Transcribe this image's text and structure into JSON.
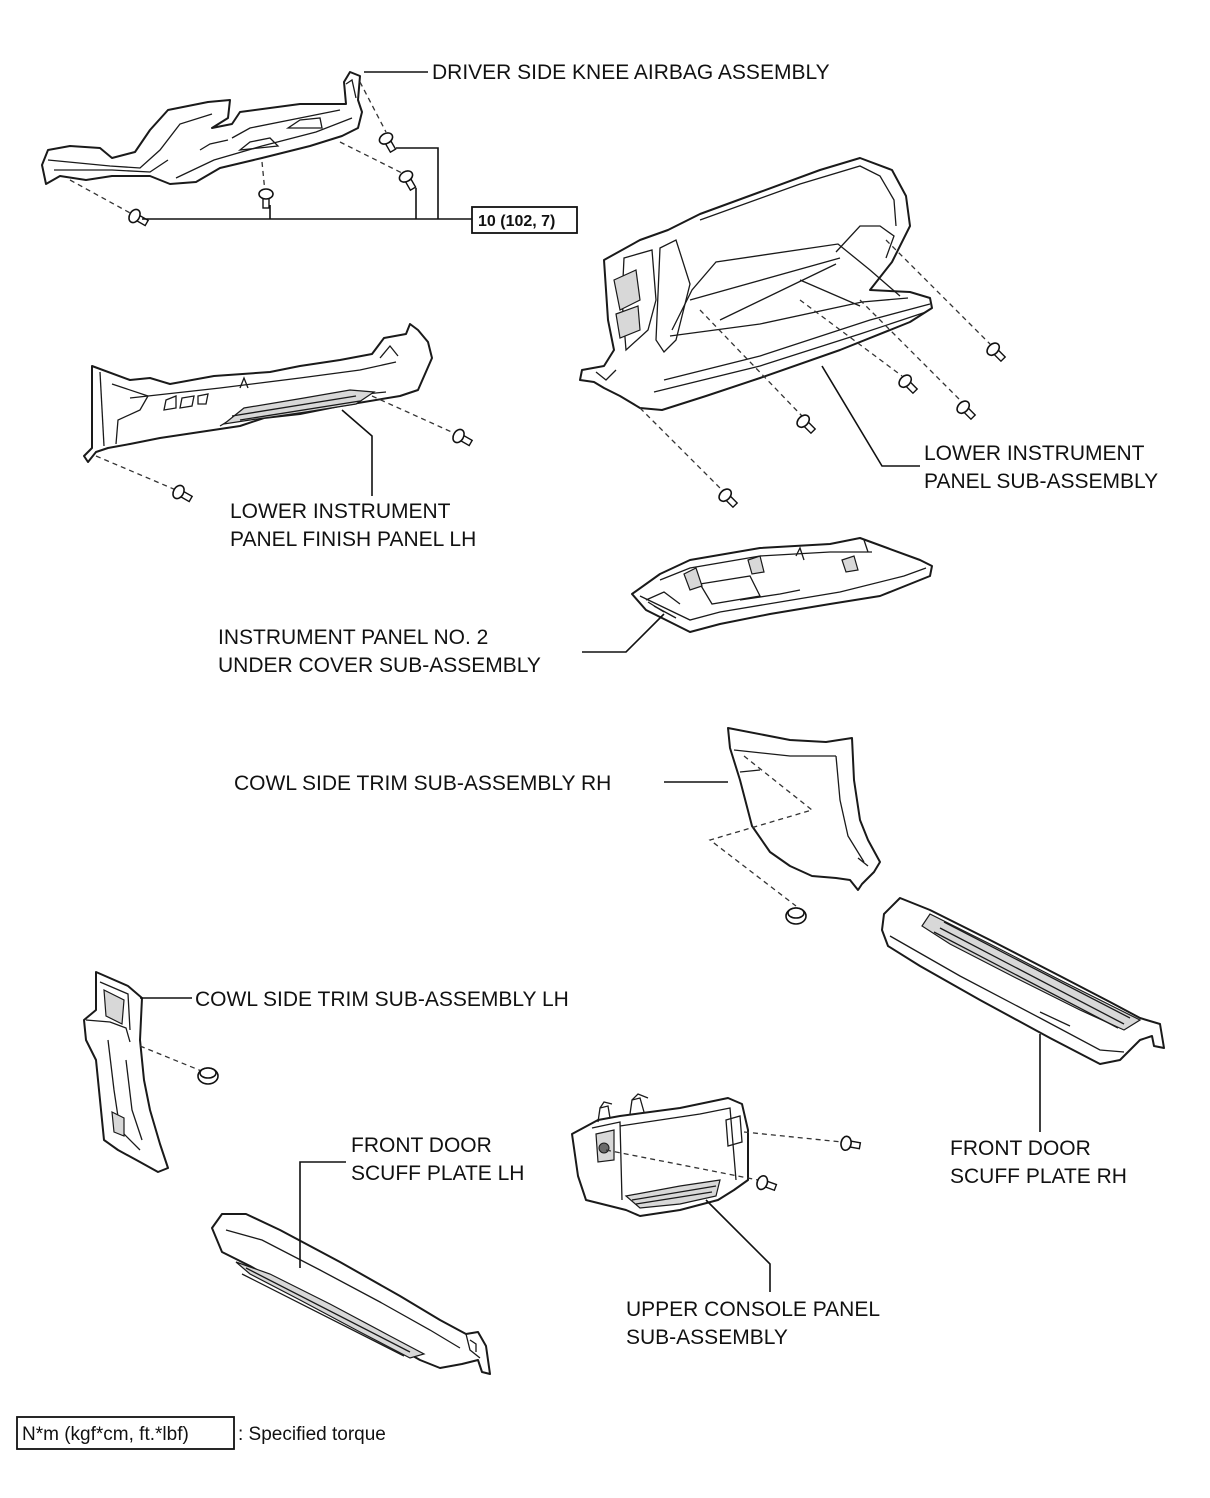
{
  "labels": {
    "knee_airbag": "DRIVER SIDE KNEE AIRBAG ASSEMBLY",
    "torque_value": "10 (102, 7)",
    "lower_panel_l1": "LOWER INSTRUMENT",
    "lower_panel_l2": "PANEL SUB-ASSEMBLY",
    "finish_panel_l1": "LOWER INSTRUMENT",
    "finish_panel_l2": "PANEL FINISH PANEL LH",
    "under_cover_l1": "INSTRUMENT PANEL NO. 2",
    "under_cover_l2": "UNDER COVER SUB-ASSEMBLY",
    "cowl_rh": "COWL SIDE TRIM SUB-ASSEMBLY RH",
    "cowl_lh": "COWL SIDE TRIM SUB-ASSEMBLY LH",
    "scuff_lh_l1": "FRONT DOOR",
    "scuff_lh_l2": "SCUFF PLATE LH",
    "scuff_rh_l1": "FRONT DOOR",
    "scuff_rh_l2": "SCUFF PLATE RH",
    "console_l1": "UPPER CONSOLE PANEL",
    "console_l2": "SUB-ASSEMBLY"
  },
  "legend": {
    "unit_box": "N*m (kgf*cm, ft.*lbf)",
    "description": ": Specified torque"
  }
}
